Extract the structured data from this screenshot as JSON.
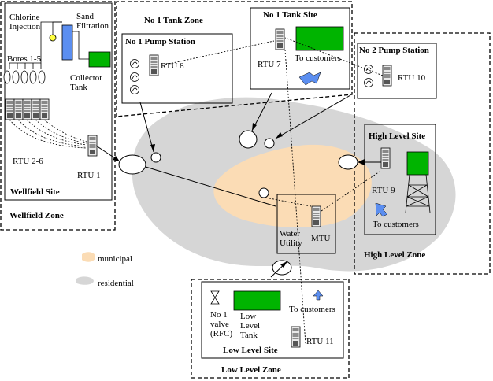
{
  "zones": {
    "wellfield": "Wellfield Zone",
    "tank": "No 1 Tank Zone",
    "high_level": "High Level Zone",
    "low_level": "Low Level Zone"
  },
  "sites": {
    "wellfield": "Wellfield Site",
    "no1_pump_station": "No 1 Pump Station",
    "no1_tank_site": "No 1 Tank Site",
    "no2_pump_station": "No 2 Pump Station",
    "high_level_site": "High Level Site",
    "low_level_site": "Low Level Site"
  },
  "labels": {
    "chlorine_injection": "Chlorine\nInjection",
    "sand_filtration": "Sand\nFiltration",
    "bores": "Bores 1-5",
    "collector_tank": "Collector\nTank",
    "water_utility": "Water\nUtility",
    "low_level_tank": "Low\nLevel\nTank",
    "no1_valve": "No 1\nvalve\n(RFC)",
    "to_customers_tank": "To customers",
    "to_customers_high": "To customers",
    "to_customers_low": "To customers"
  },
  "units": {
    "rtu1": "RTU 1",
    "rtu2_6": "RTU 2-6",
    "rtu7": "RTU 7",
    "rtu8": "RTU 8",
    "rtu9": "RTU 9",
    "rtu10": "RTU 10",
    "rtu11": "RTU 11",
    "mtu": "MTU"
  },
  "legend": {
    "municipal": "municipal",
    "residential": "residential"
  },
  "colors": {
    "municipal": "#fbdcb5",
    "residential": "#d6d6d6",
    "tank_green": "#00b400",
    "filter_blue": "#5b8ef0",
    "chlorine_yellow": "#ffff40"
  }
}
